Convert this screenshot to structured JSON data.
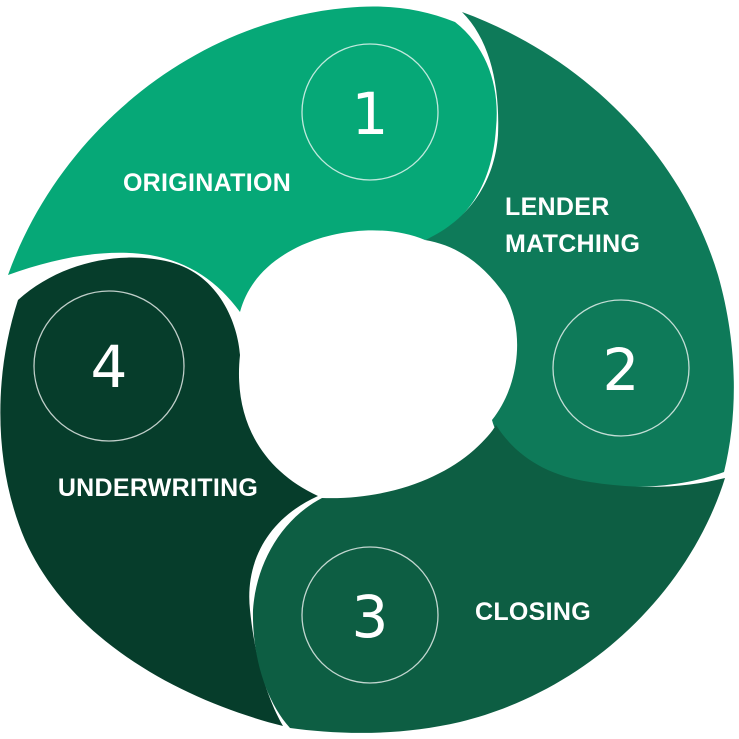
{
  "colors": {
    "step1": "#06a877",
    "step2": "#0e7a59",
    "step3": "#0d5e43",
    "step4": "#063d2b"
  },
  "steps": [
    {
      "number": "1",
      "label_lines": [
        "ORIGINATION"
      ]
    },
    {
      "number": "2",
      "label_lines": [
        "LENDER",
        "MATCHING"
      ]
    },
    {
      "number": "3",
      "label_lines": [
        "CLOSING"
      ]
    },
    {
      "number": "4",
      "label_lines": [
        "UNDERWRITING"
      ]
    }
  ]
}
